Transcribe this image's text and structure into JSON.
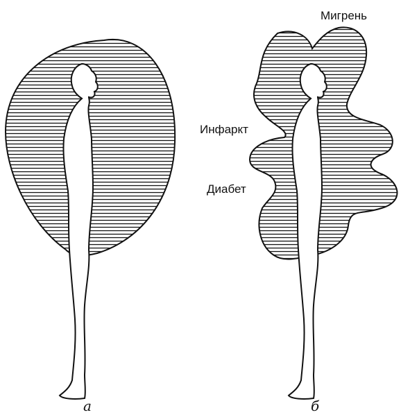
{
  "panels": [
    {
      "letter": "а"
    },
    {
      "letter": "б"
    }
  ],
  "annotations": {
    "migraine": "Мигрень",
    "infarct": "Инфаркт",
    "diabetes": "Диабет"
  },
  "colors": {
    "ink": "#111111",
    "background": "#ffffff"
  }
}
